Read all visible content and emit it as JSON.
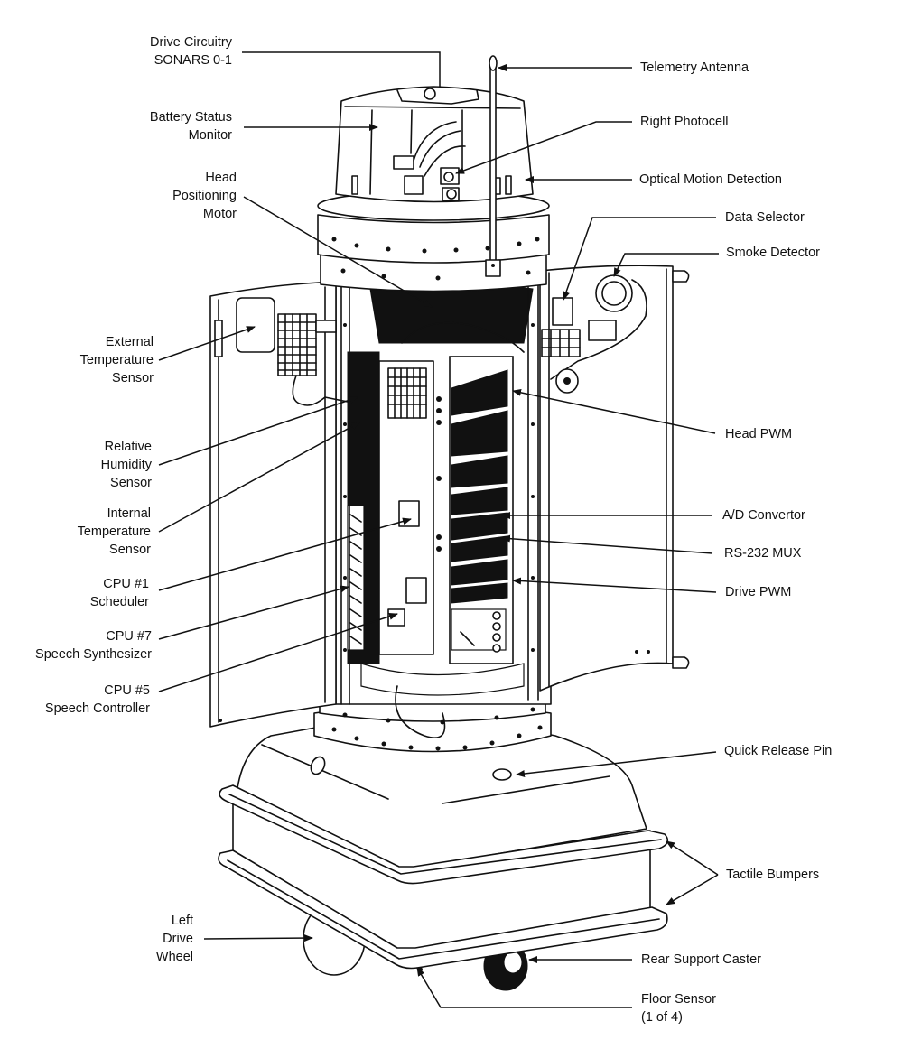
{
  "diagram": {
    "subject": "mobile-security-robot-cutaway",
    "ink_color": "#111111",
    "paper_color": "#ffffff",
    "left_labels": [
      {
        "id": "drive-circuitry",
        "lines": [
          "Drive Circuitry",
          "SONARS 0-1"
        ]
      },
      {
        "id": "battery-status-monitor",
        "lines": [
          "Battery Status",
          "Monitor"
        ]
      },
      {
        "id": "head-positioning-motor",
        "lines": [
          "Head",
          "Positioning",
          "Motor"
        ]
      },
      {
        "id": "external-temperature-sensor",
        "lines": [
          "External",
          "Temperature",
          "Sensor"
        ]
      },
      {
        "id": "relative-humidity-sensor",
        "lines": [
          "Relative",
          "Humidity",
          "Sensor"
        ]
      },
      {
        "id": "internal-temperature-sensor",
        "lines": [
          "Internal",
          "Temperature",
          "Sensor"
        ]
      },
      {
        "id": "cpu-1-scheduler",
        "lines": [
          "CPU #1",
          "Scheduler"
        ]
      },
      {
        "id": "cpu-7-speech-synthesizer",
        "lines": [
          "CPU #7",
          "Speech Synthesizer"
        ]
      },
      {
        "id": "cpu-5-speech-controller",
        "lines": [
          "CPU #5",
          "Speech Controller"
        ]
      },
      {
        "id": "left-drive-wheel",
        "lines": [
          "Left",
          "Drive",
          "Wheel"
        ]
      }
    ],
    "right_labels": [
      {
        "id": "telemetry-antenna",
        "lines": [
          "Telemetry Antenna"
        ]
      },
      {
        "id": "right-photocell",
        "lines": [
          "Right Photocell"
        ]
      },
      {
        "id": "optical-motion-detection",
        "lines": [
          "Optical Motion Detection"
        ]
      },
      {
        "id": "data-selector",
        "lines": [
          "Data Selector"
        ]
      },
      {
        "id": "smoke-detector",
        "lines": [
          "Smoke Detector"
        ]
      },
      {
        "id": "head-pwm",
        "lines": [
          "Head PWM"
        ]
      },
      {
        "id": "ad-convertor",
        "lines": [
          "A/D Convertor"
        ]
      },
      {
        "id": "rs232-mux",
        "lines": [
          "RS-232 MUX"
        ]
      },
      {
        "id": "drive-pwm",
        "lines": [
          "Drive PWM"
        ]
      },
      {
        "id": "quick-release-pin",
        "lines": [
          "Quick Release Pin"
        ]
      },
      {
        "id": "tactile-bumpers",
        "lines": [
          "Tactile Bumpers"
        ]
      },
      {
        "id": "rear-support-caster",
        "lines": [
          "Rear Support Caster"
        ]
      },
      {
        "id": "floor-sensor",
        "lines": [
          "Floor Sensor",
          "(1 of 4)"
        ]
      }
    ]
  }
}
